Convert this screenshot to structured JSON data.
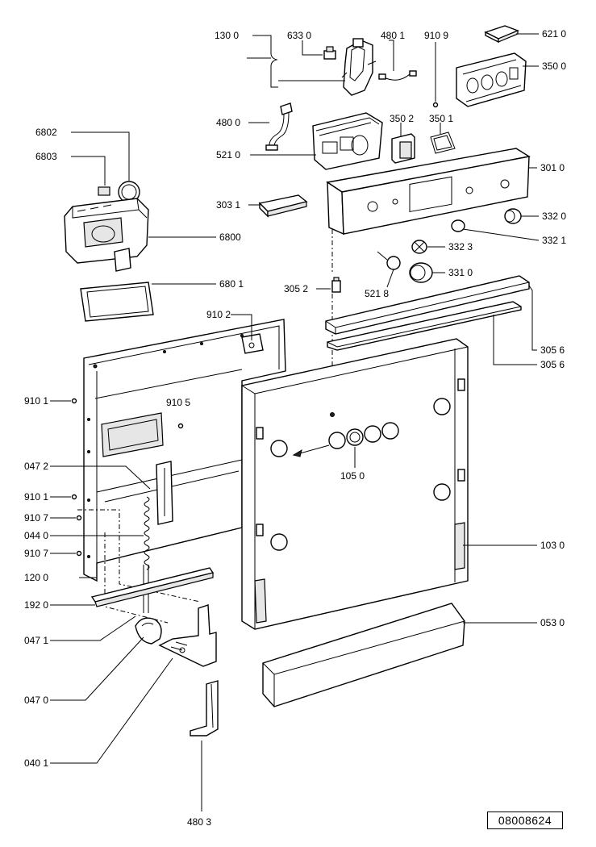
{
  "drawing_code": "08008624",
  "labels": {
    "p1300": "130 0",
    "p6330": "633 0",
    "p4801": "480 1",
    "p9109": "910 9",
    "p6210": "621 0",
    "p3500": "350 0",
    "p4800": "480 0",
    "p3502": "350 2",
    "p3501": "350 1",
    "p5210": "521 0",
    "p6802": "6802",
    "p6803": "6803",
    "p3010": "301 0",
    "p3031": "303 1",
    "p3320": "332 0",
    "p6800": "6800",
    "p3321": "332 1",
    "p3323": "332 3",
    "p3310": "331 0",
    "p6801": "680 1",
    "p3052": "305 2",
    "p5218": "521 8",
    "p9102": "910 2",
    "p3056a": "305 6",
    "p3056b": "305 6",
    "p9101a": "910 1",
    "p9105": "910 5",
    "p1050": "105 0",
    "p0472": "047 2",
    "p9101b": "910 1",
    "p9107a": "910 7",
    "p0440": "044 0",
    "p9107b": "910 7",
    "p1030": "103 0",
    "p1200": "120 0",
    "p1920": "192 0",
    "p0530": "053 0",
    "p0471": "047 1",
    "p0470": "047 0",
    "p0401": "040 1",
    "p4803": "480 3"
  }
}
